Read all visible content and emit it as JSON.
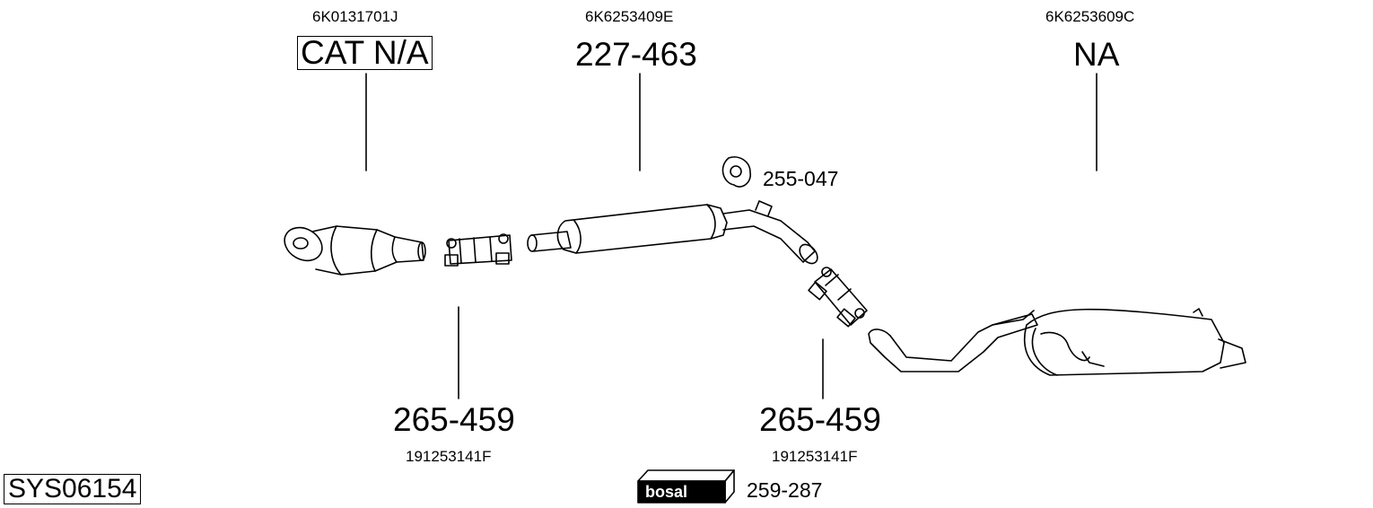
{
  "diagram": {
    "parts": [
      {
        "oem": "6K0131701J",
        "ref": "CAT N/A"
      },
      {
        "oem": "6K6253409E",
        "ref": "227-463"
      },
      {
        "oem": "6K6253609C",
        "ref": "NA"
      },
      {
        "ref": "255-047"
      },
      {
        "oem": "191253141F",
        "ref": "265-459"
      },
      {
        "oem": "191253141F",
        "ref": "265-459"
      },
      {
        "ref": "259-287"
      }
    ],
    "system_id": "SYS06154",
    "brand_logo": "bosal"
  }
}
